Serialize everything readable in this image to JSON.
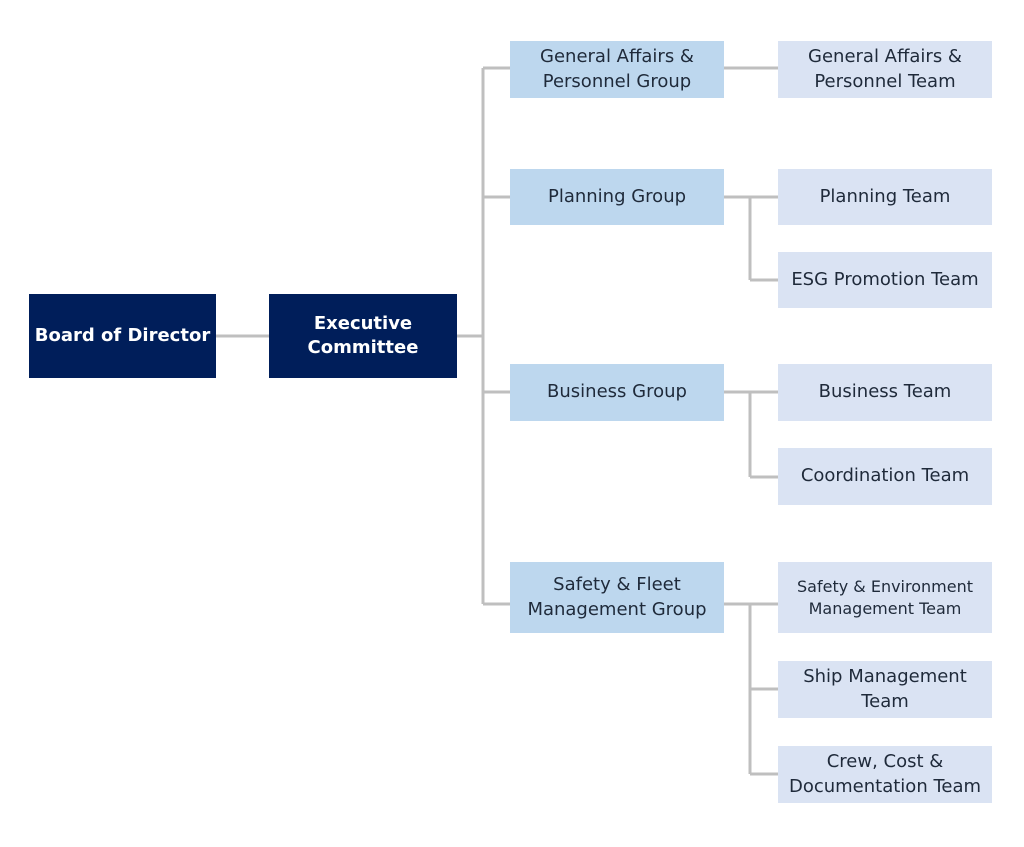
{
  "colors": {
    "top_level_fill": "#001e5a",
    "top_level_text": "#ffffff",
    "group_fill": "#bdd7ee",
    "team_fill": "#dae3f3",
    "connector": "#bfbfbf",
    "text": "#1f2a3a"
  },
  "board": {
    "label": "Board of Director"
  },
  "executive": {
    "label": "Executive\nCommittee"
  },
  "groups": [
    {
      "label": "General Affairs &\nPersonnel Group",
      "teams": [
        {
          "label": "General Affairs &\nPersonnel Team"
        }
      ]
    },
    {
      "label": "Planning Group",
      "teams": [
        {
          "label": "Planning Team"
        },
        {
          "label": "ESG Promotion Team"
        }
      ]
    },
    {
      "label": "Business Group",
      "teams": [
        {
          "label": "Business Team"
        },
        {
          "label": "Coordination Team"
        }
      ]
    },
    {
      "label": "Safety & Fleet\nManagement Group",
      "teams": [
        {
          "label": "Safety & Environment\nManagement Team"
        },
        {
          "label": "Ship Management\nTeam"
        },
        {
          "label": "Crew, Cost &\nDocumentation Team"
        }
      ]
    }
  ]
}
